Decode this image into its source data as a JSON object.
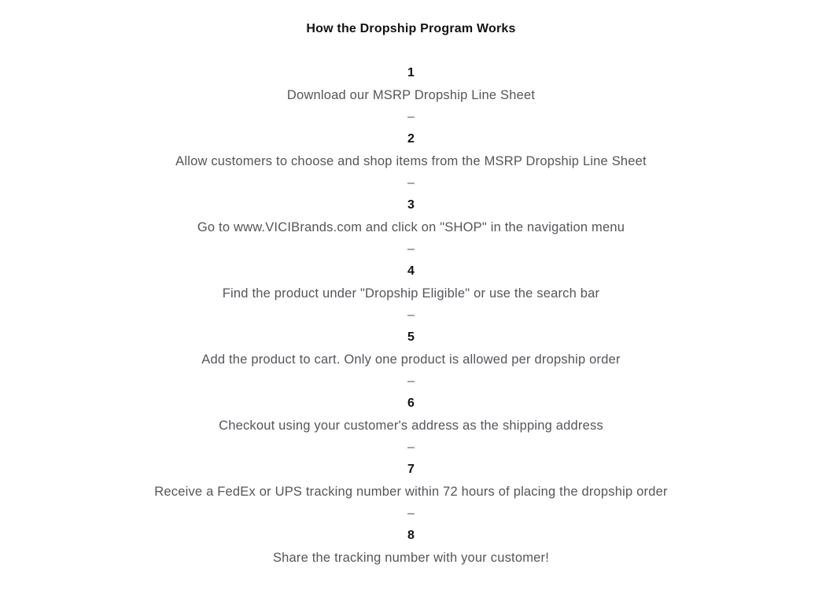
{
  "title": "How the Dropship Program Works",
  "separator": "–",
  "colors": {
    "background": "#ffffff",
    "heading_text": "#121212",
    "body_text": "#54565b"
  },
  "steps": [
    {
      "number": "1",
      "text": "Download our MSRP Dropship Line Sheet"
    },
    {
      "number": "2",
      "text": "Allow customers to choose and shop items from the MSRP Dropship Line Sheet"
    },
    {
      "number": "3",
      "text": "Go to www.VICIBrands.com and click on \"SHOP\" in the navigation menu"
    },
    {
      "number": "4",
      "text": "Find the product under \"Dropship Eligible\" or use the search bar"
    },
    {
      "number": "5",
      "text": "Add the product to cart. Only one product is allowed per dropship order"
    },
    {
      "number": "6",
      "text": "Checkout using your customer's address as the shipping address"
    },
    {
      "number": "7",
      "text": "Receive a FedEx or UPS tracking number within 72 hours of placing the dropship order"
    },
    {
      "number": "8",
      "text": "Share the tracking number with your customer!"
    }
  ]
}
